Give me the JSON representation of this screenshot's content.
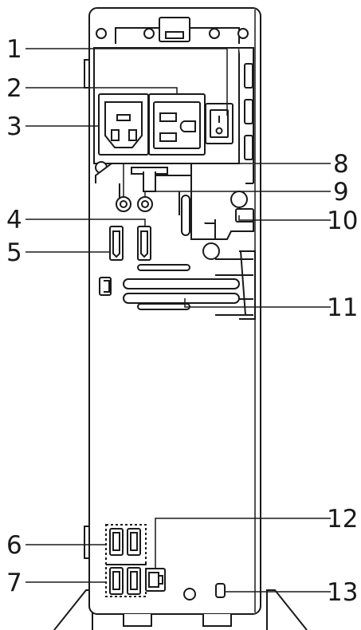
{
  "callouts": {
    "c1": "1",
    "c2": "2",
    "c3": "3",
    "c4": "4",
    "c5": "5",
    "c6": "6",
    "c7": "7",
    "c8": "8",
    "c9": "9",
    "c10": "10",
    "c11": "11",
    "c12": "12",
    "c13": "13"
  },
  "switch_marks": {
    "on": "I",
    "off": "O"
  },
  "colors": {
    "line": "#1a1a1a",
    "fill": "#ffffff"
  }
}
